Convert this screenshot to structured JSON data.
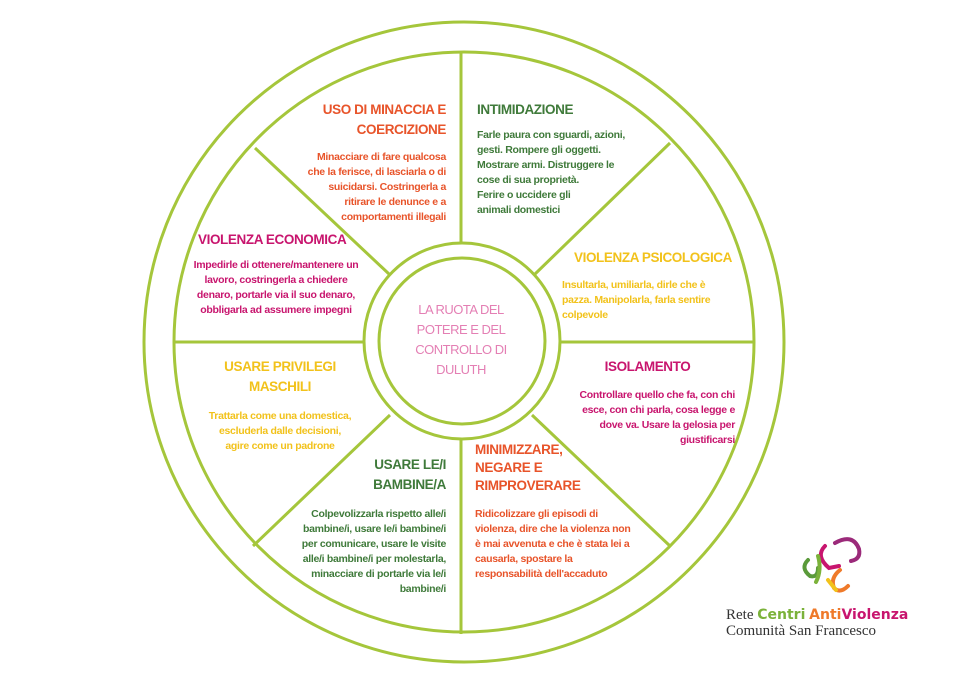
{
  "colors": {
    "ring": "#a5c63b",
    "orange": "#e8542a",
    "green": "#3f7a3a",
    "magenta": "#c8156e",
    "yellow": "#f2c21b",
    "hub": "#e47fb4"
  },
  "hub": {
    "text": "LA RUOTA DEL\nPOTERE E DEL\nCONTROLLO DI\nDULUTH"
  },
  "sections": {
    "threat": {
      "title": "USO DI MINACCIA E\nCOERCIZIONE",
      "body": "Minacciare di fare qualcosa\nche la ferisce, di lasciarla o di\nsuicidarsi. Costringerla a\nritirare le denunce e a\ncomportamenti illegali"
    },
    "intimidation": {
      "title": "INTIMIDAZIONE",
      "body": "Farle paura con sguardi, azioni,\ngesti. Rompere gli oggetti.\nMostrare armi. Distruggere le\ncose di sua proprietà.\n Ferire o uccidere gli\nanimali domestici"
    },
    "economic": {
      "title": "VIOLENZA ECONOMICA",
      "body": "Impedirle di ottenere/mantenere un\nlavoro, costringerla a chiedere\ndenaro, portarle via il suo denaro,\nobbligarla ad assumere impegni"
    },
    "psychological": {
      "title": "VIOLENZA PSICOLOGICA",
      "body": "Insultarla, umiliarla, dirle che è\npazza. Manipolarla, farla sentire\ncolpevole"
    },
    "privilege": {
      "title": "USARE PRIVILEGI\nMASCHILI",
      "body": "Trattarla come una domestica,\nescluderla dalle decisioni,\nagire come un padrone"
    },
    "isolation": {
      "title": "ISOLAMENTO",
      "body": "Controllare quello che fa, con chi\nesce, con chi parla, cosa legge e\ndove va. Usare la gelosia per\ngiustificarsi"
    },
    "children": {
      "title": "USARE LE/I\nBAMBINE/A",
      "body": "Colpevolizzarla rispetto alle/i\nbambine/i, usare le/i bambine/i\nper comunicare, usare le visite\nalle/i bambine/i per molestarla,\nminacciare di portarle via le/i\nbambine/i"
    },
    "minimize": {
      "title": "MINIMIZZARE,\nNEGARE E\nRIMPROVERARE",
      "body": "Ridicolizzare gli episodi di\nviolenza, dire che la violenza non\nè mai avvenuta e che è stata lei a\ncausarla, spostare la\nresponsabilità dell'accaduto"
    }
  },
  "logo": {
    "word1": "Rete",
    "word2": "Centri",
    "word3": "Anti",
    "word4": "Violenza",
    "line2": "Comunità San Francesco"
  }
}
